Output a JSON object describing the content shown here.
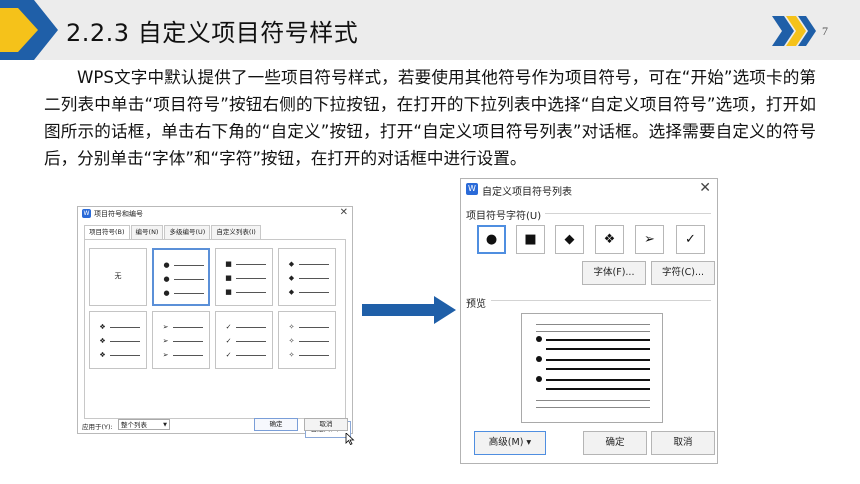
{
  "slide": {
    "title": "2.2.3 自定义项目符号样式",
    "page_number": "7",
    "colors": {
      "accent_blue": "#1f5fa8",
      "accent_yellow": "#f5c21a",
      "header_gray": "#ececec"
    },
    "paragraph": "WPS文字中默认提供了一些项目符号样式，若要使用其他符号作为项目符号，可在“开始”选项卡的第二列表中单击“项目符号”按钮右侧的下拉按钮，在打开的下拉列表中选择“自定义项目符号”选项，打开如图所示的话框，单击右下角的“自定义”按钮，打开“自定义项目符号列表”对话框。选择需要自定义的符号后，分别单击“字体”和“字符”按钮，在打开的对话框中进行设置。"
  },
  "dialog1": {
    "title": "项目符号和编号",
    "close_glyph": "✕",
    "app_icon": "W",
    "tabs": [
      {
        "label": "项目符号(B)",
        "active": true
      },
      {
        "label": "编号(N)"
      },
      {
        "label": "多级编号(U)"
      },
      {
        "label": "自定义列表(I)"
      }
    ],
    "none_label": "无",
    "bullet_cells": [
      {
        "glyph": "●",
        "selected": true
      },
      {
        "glyph": "■"
      },
      {
        "glyph": "◆"
      },
      {
        "glyph": "❖"
      },
      {
        "glyph": "➢"
      },
      {
        "glyph": "✓"
      },
      {
        "glyph": "✧"
      }
    ],
    "custom_button": "自定义(T)...",
    "apply_to_label": "应用于(Y):",
    "apply_to_value": "整个列表",
    "ok_button": "确定",
    "cancel_button": "取消"
  },
  "dialog2": {
    "title": "自定义项目符号列表",
    "close_glyph": "✕",
    "app_icon": "W",
    "symbol_group_label": "项目符号字符(U)",
    "symbols": [
      {
        "glyph": "●",
        "selected": true
      },
      {
        "glyph": "■"
      },
      {
        "glyph": "◆"
      },
      {
        "glyph": "❖"
      },
      {
        "glyph": "➢"
      },
      {
        "glyph": "✓"
      }
    ],
    "font_button": "字体(F)...",
    "char_button": "字符(C)...",
    "preview_label": "预览",
    "advanced_button": "高级(M) ▾",
    "ok_button": "确定",
    "cancel_button": "取消"
  }
}
